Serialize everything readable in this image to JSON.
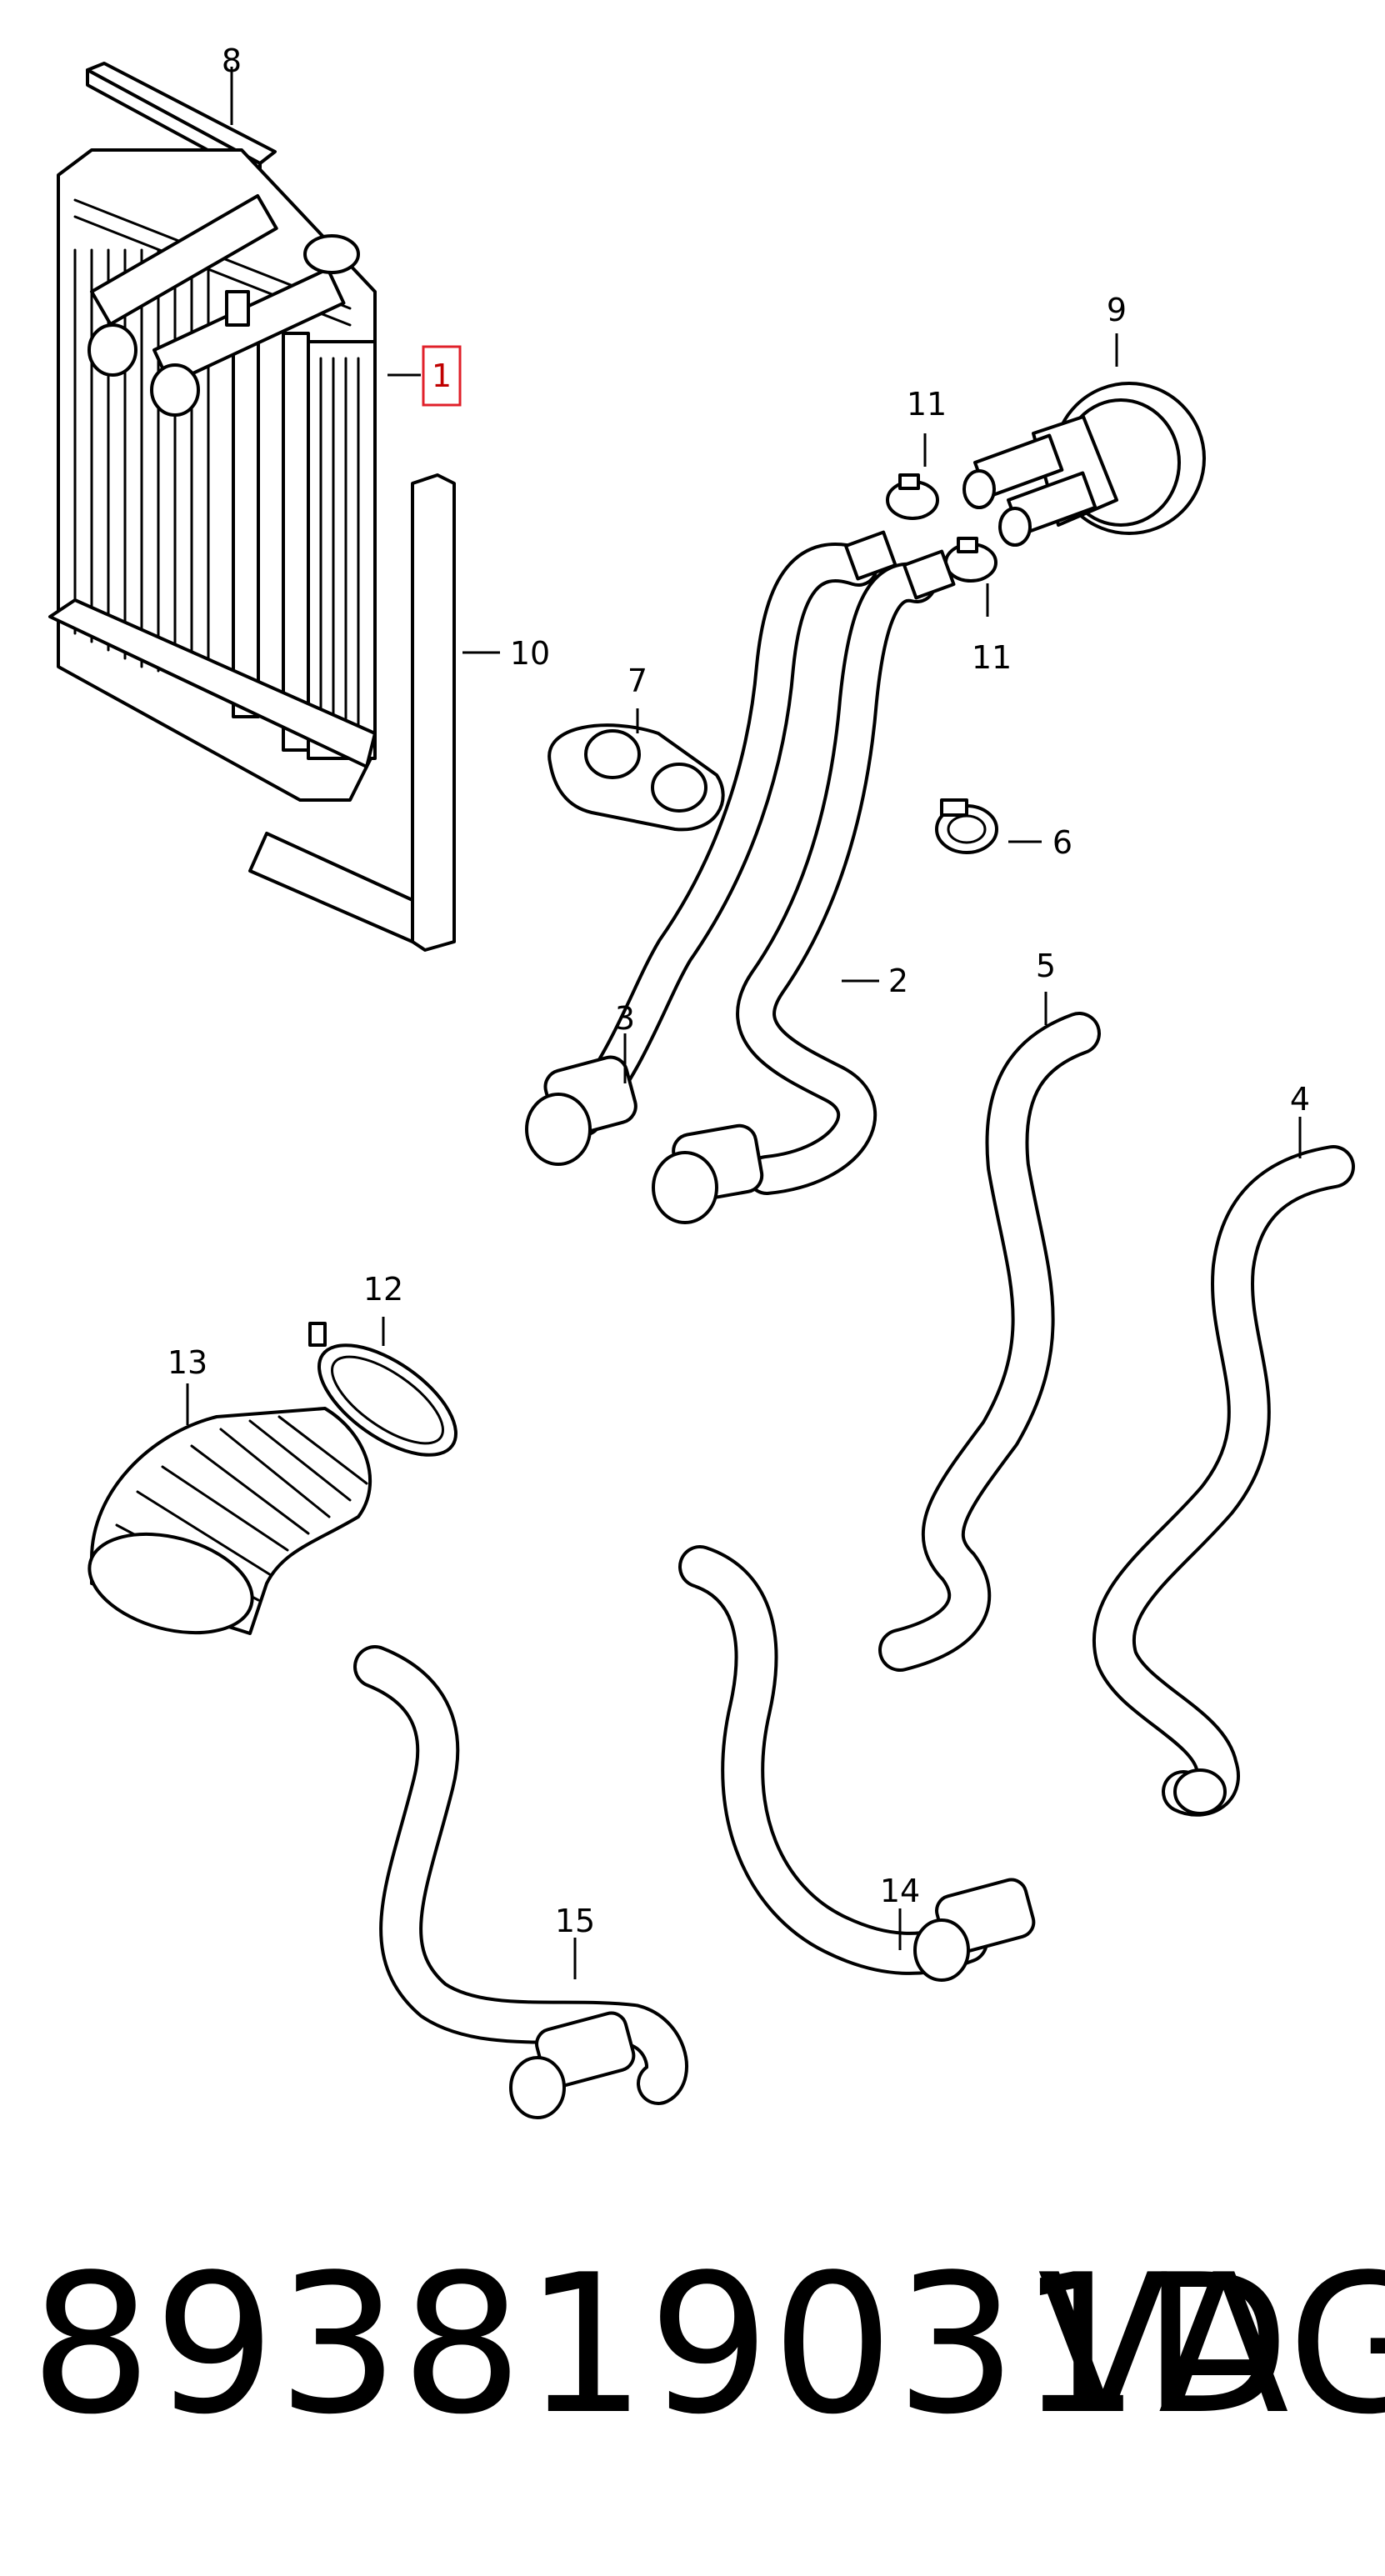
{
  "diagram": {
    "highlight_color": "#e0202a",
    "callouts": [
      "1",
      "2",
      "3",
      "4",
      "5",
      "6",
      "7",
      "8",
      "9",
      "10",
      "11",
      "11",
      "12",
      "13",
      "14",
      "15"
    ],
    "highlighted_callout": "1"
  },
  "caption": {
    "part_number": "893819031D",
    "brand": "VAG"
  }
}
